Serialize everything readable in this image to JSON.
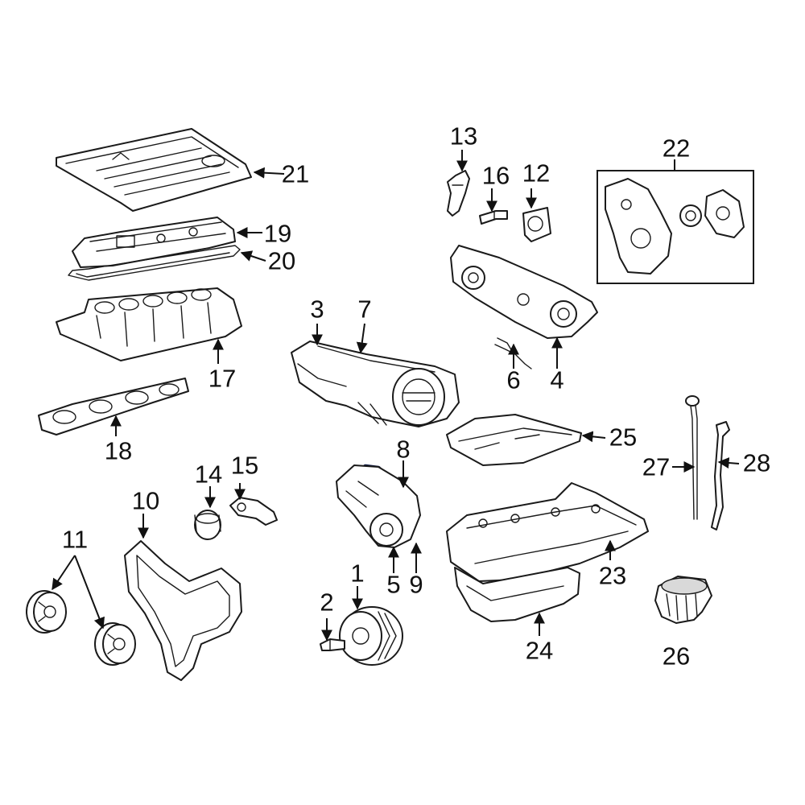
{
  "diagram": {
    "callouts": [
      "1",
      "2",
      "3",
      "4",
      "5",
      "6",
      "7",
      "8",
      "9",
      "10",
      "11",
      "12",
      "13",
      "14",
      "15",
      "16",
      "17",
      "18",
      "19",
      "20",
      "21",
      "22",
      "23",
      "24",
      "25",
      "26",
      "27",
      "28"
    ],
    "colors": {
      "line": "#1a1a1a",
      "highlight": "#1f3a8a",
      "background": "#ffffff"
    }
  }
}
